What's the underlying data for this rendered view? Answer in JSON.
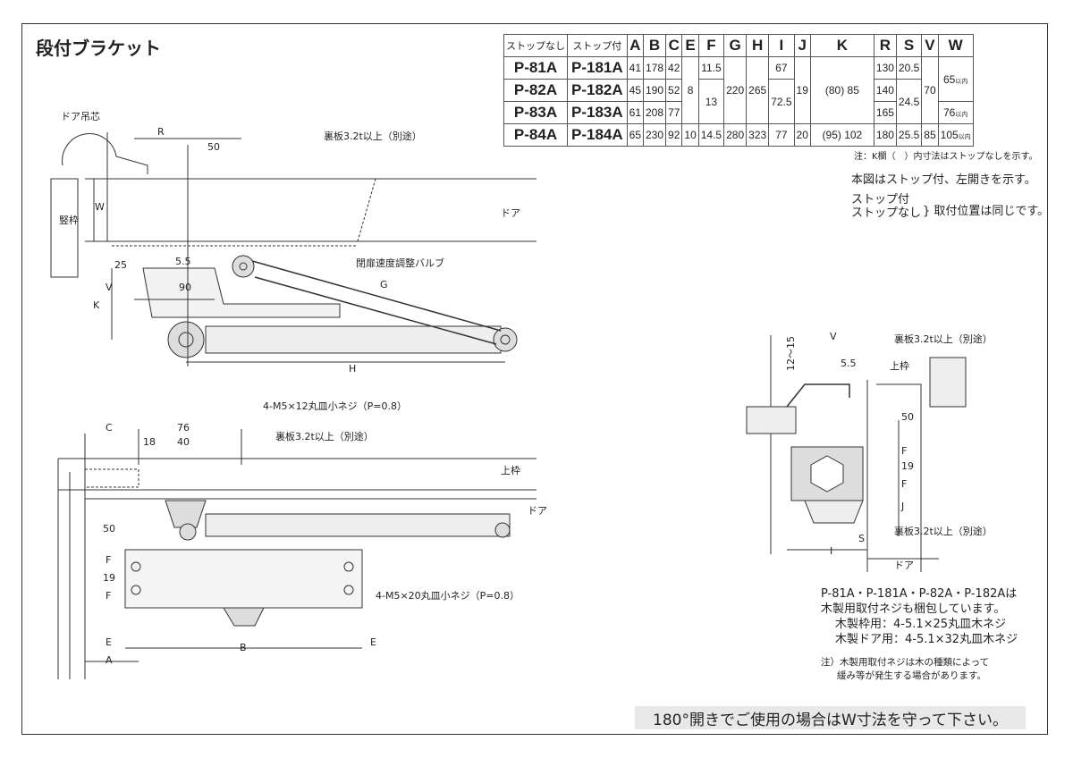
{
  "title": "段付ブラケット",
  "table": {
    "headers": [
      "ストップなし",
      "ストップ付",
      "A",
      "B",
      "C",
      "E",
      "F",
      "G",
      "H",
      "I",
      "J",
      "K",
      "R",
      "S",
      "V",
      "W"
    ],
    "rows": [
      {
        "no_stop": "P-81A",
        "stop": "P-181A",
        "A": "41",
        "B": "178",
        "C": "42",
        "F": "11.5",
        "I": "67",
        "R": "130",
        "S": "20.5"
      },
      {
        "no_stop": "P-82A",
        "stop": "P-182A",
        "A": "45",
        "B": "190",
        "C": "52",
        "R": "140"
      },
      {
        "no_stop": "P-83A",
        "stop": "P-183A",
        "A": "61",
        "B": "208",
        "C": "77",
        "R": "165"
      },
      {
        "no_stop": "P-84A",
        "stop": "P-184A",
        "A": "65",
        "B": "230",
        "C": "92",
        "E": "10",
        "F": "14.5",
        "G": "280",
        "H": "323",
        "I": "77",
        "J": "20",
        "K": "(95) 102",
        "R": "180",
        "S": "25.5",
        "V": "85",
        "W": "105",
        "W_unit": "以内"
      }
    ],
    "merged": {
      "E": "8",
      "F": "13",
      "G": "220",
      "H": "265",
      "I": "72.5",
      "J": "19",
      "K": "(80) 85",
      "S": "24.5",
      "V": "70",
      "W1": "65",
      "W2": "76",
      "W_unit": "以内"
    }
  },
  "notes": {
    "k_note": "注：K欄（　）内寸法はストップなしを示す。",
    "figure_note": "本図はストップ付、左開きを示す。",
    "stop_with": "ストップ付",
    "stop_without": "ストップなし",
    "same_position": "取付位置は同じです。",
    "screw_1": "P-81A・P-181A・P-82A・P-182Aは",
    "screw_2": "木製用取付ネジも梱包しています。",
    "screw_3": "木製枠用：4-5.1×25丸皿木ネジ",
    "screw_4": "木製ドア用：4-5.1×32丸皿木ネジ",
    "caution_1": "注）木製用取付ネジは木の種類によって",
    "caution_2": "緩み等が発生する場合があります。"
  },
  "banner": "180°開きでご使用の場合はW寸法を守って下さい。",
  "top_view": [
    "ドア吊芯",
    "R",
    "50",
    "裏板3.2t以上（別途）",
    "ドア",
    "W",
    "竪枠",
    "25",
    "5.5",
    "V",
    "K",
    "90",
    "閉扉速度調整バルブ",
    "G",
    "H"
  ],
  "front_view": [
    "C",
    "76",
    "18",
    "40",
    "4-M5×12丸皿小ネジ（P=0.8）",
    "裏板3.2t以上（別途）",
    "上枠",
    "ドア",
    "50",
    "F",
    "19",
    "F",
    "4-M5×20丸皿小ネジ（P=0.8）",
    "E",
    "B",
    "E",
    "A"
  ],
  "side_view": [
    "V",
    "12〜15",
    "5.5",
    "裏板3.2t以上（別途）",
    "上枠",
    "50",
    "F",
    "19",
    "F",
    "J",
    "S",
    "I",
    "裏板3.2t以上（別途）",
    "ドア"
  ]
}
